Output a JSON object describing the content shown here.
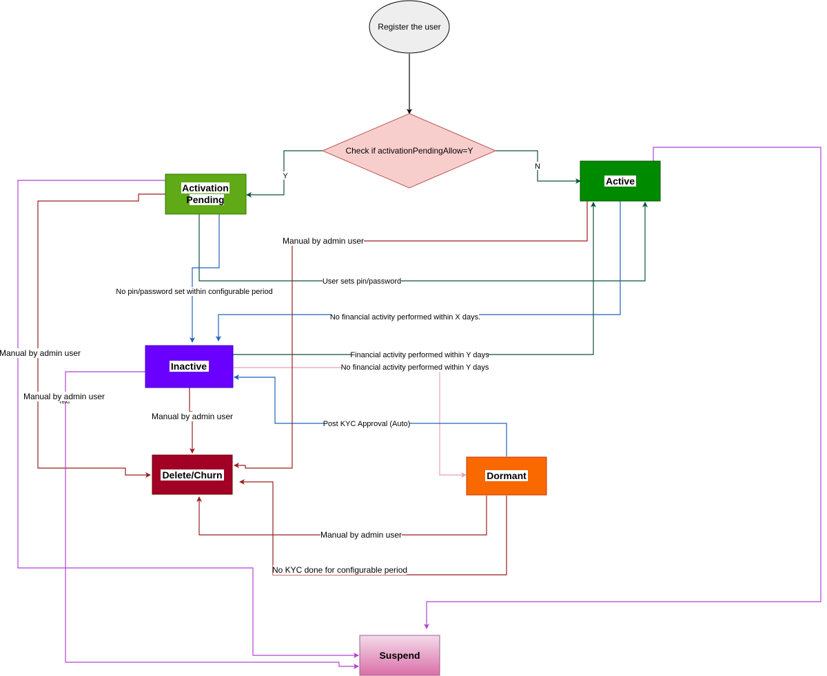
{
  "nodes": {
    "register": "Register the user",
    "decision": "Check if activationPendingAllow=Y",
    "activation_pending_line1": "Activation",
    "activation_pending_line2": "Pending",
    "active": "Active",
    "inactive": "Inactive",
    "delete_churn": "Delete/Churn",
    "dormant": "Dormant",
    "suspend": "Suspend"
  },
  "edge_labels": {
    "yes": "Y",
    "no": "N",
    "manual_admin_center": "Manual by admin user",
    "user_sets_pin": "User sets pin/password",
    "no_pin_set": "No pin/password set within configurable period",
    "no_fin_x_days": "No financial activity performed within X days.",
    "fin_within_y_days": "Financial activity performed within Y days",
    "no_fin_y_days": "No financial activity performed within Y days",
    "manual_admin_left": "Manual by admin user",
    "manual_admin_left2": "Manual by admin user",
    "text_stub": "Text",
    "manual_admin_inactive": "Manual by admin user",
    "post_kyc": "Post KYC Approval (Auto)",
    "manual_admin_dormant": "Manual by admin user",
    "no_kyc": "No KYC done for configurable period"
  },
  "colors": {
    "black": "#000000",
    "dark_green": "#0b4f3a",
    "dark_red": "#9b1c1c",
    "blue": "#1f5fbf",
    "pink": "#e8a0b0",
    "purple": "#b23fd6",
    "register_fill": "#eeeeee",
    "decision_fill": "#f8cecc",
    "activation_fill": "#60a917",
    "active_fill": "#008a00",
    "inactive_fill": "#6a00ff",
    "delete_fill": "#a20025",
    "dormant_fill": "#fa6800",
    "suspend_fill_top": "#f4dbea",
    "suspend_fill_bottom": "#d96fa8"
  }
}
